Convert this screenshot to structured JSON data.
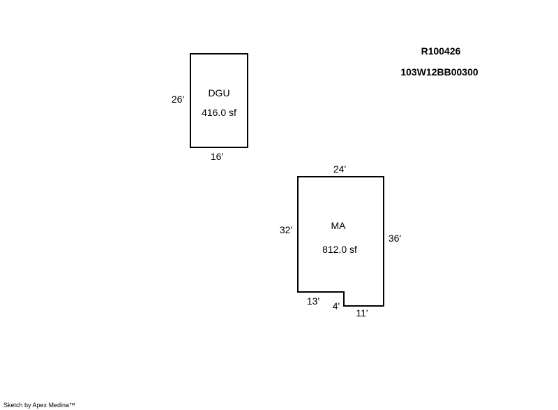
{
  "header": {
    "parcel_id": "R100426",
    "map_number": "103W12BB00300"
  },
  "areas": [
    {
      "code": "DGU",
      "area": "416.0 sf",
      "dimensions": [
        "26'",
        "16'"
      ]
    },
    {
      "code": "MA",
      "area": "812.0 sf",
      "dimensions": [
        "24'",
        "32'",
        "36'",
        "13'",
        "4'",
        "11'"
      ]
    }
  ],
  "footer": {
    "credit": "Sketch by Apex Medina™"
  }
}
